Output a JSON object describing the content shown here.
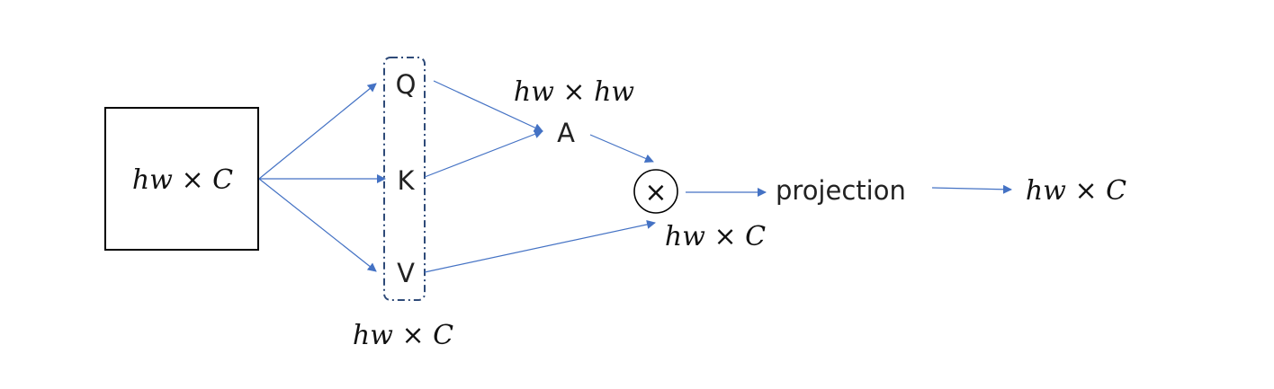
{
  "input": {
    "label": "hw × C"
  },
  "qkv": {
    "q": "Q",
    "k": "K",
    "v": "V",
    "dim_label": "hw × C"
  },
  "attention": {
    "label": "A",
    "dim_label": "hw × hw"
  },
  "multiply": {
    "symbol": "×",
    "dim_label": "hw × C"
  },
  "projection": {
    "label": "projection"
  },
  "output": {
    "label": "hw × C"
  },
  "colors": {
    "arrow": "#4472c4",
    "dashed_box": "#2e4a78",
    "box_border": "#000000"
  }
}
